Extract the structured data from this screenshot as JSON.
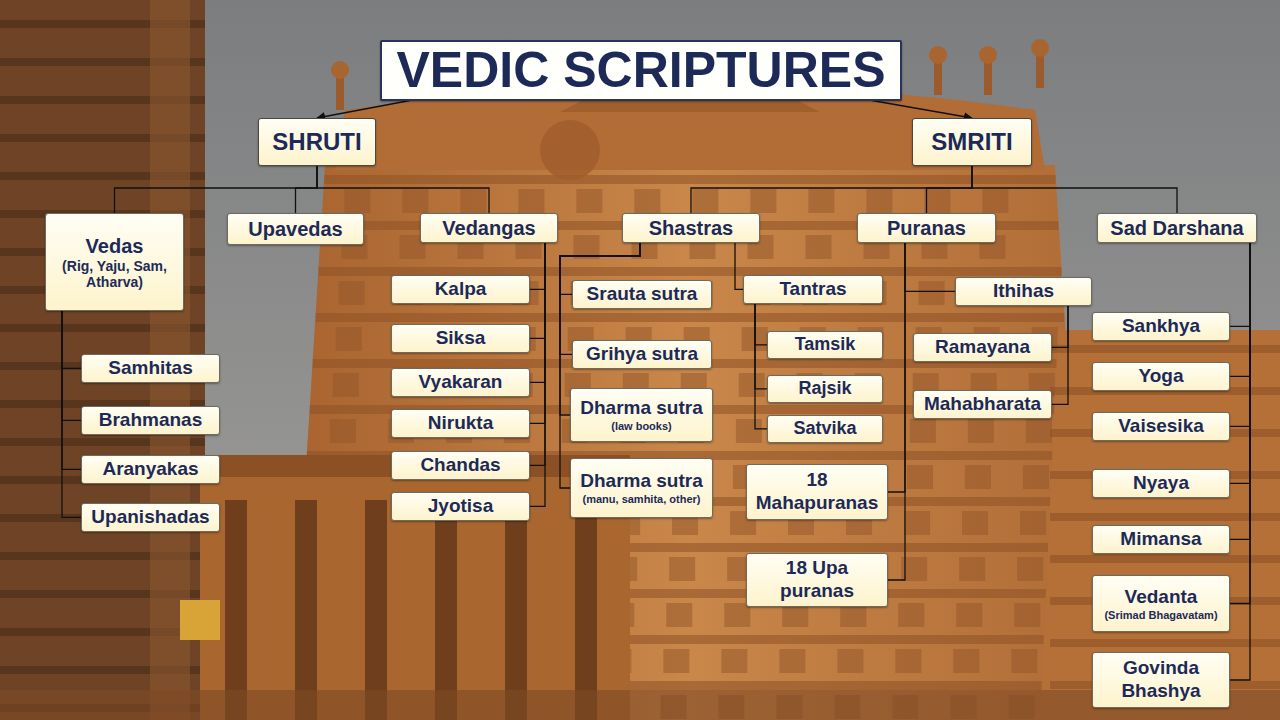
{
  "diagram": {
    "nodes": [
      {
        "text": [
          "VEDIC SCRIPTURES"
        ]
      },
      {
        "text": [
          "SHRUTI"
        ]
      },
      {
        "text": [
          "SMRITI"
        ]
      },
      {
        "text": [
          "Vedas",
          "(Rig, Yaju, Sam, Atharva)"
        ]
      },
      {
        "text": [
          "Upavedas"
        ]
      },
      {
        "text": [
          "Vedangas"
        ]
      },
      {
        "text": [
          "Shastras"
        ]
      },
      {
        "text": [
          "Puranas"
        ]
      },
      {
        "text": [
          "Sad Darshana"
        ]
      },
      {
        "text": [
          "Samhitas"
        ]
      },
      {
        "text": [
          "Brahmanas"
        ]
      },
      {
        "text": [
          "Aranyakas"
        ]
      },
      {
        "text": [
          "Upanishadas"
        ]
      },
      {
        "text": [
          "Kalpa"
        ]
      },
      {
        "text": [
          "Siksa"
        ]
      },
      {
        "text": [
          "Vyakaran"
        ]
      },
      {
        "text": [
          "Nirukta"
        ]
      },
      {
        "text": [
          "Chandas"
        ]
      },
      {
        "text": [
          "Jyotisa"
        ]
      },
      {
        "text": [
          "Srauta sutra"
        ]
      },
      {
        "text": [
          "Grihya sutra"
        ]
      },
      {
        "text": [
          "Dharma sutra",
          "(law books)"
        ]
      },
      {
        "text": [
          "Dharma sutra",
          "(manu, samhita, other)"
        ]
      },
      {
        "text": [
          "Tantras"
        ]
      },
      {
        "text": [
          "Tamsik"
        ]
      },
      {
        "text": [
          "Rajsik"
        ]
      },
      {
        "text": [
          "Satvika"
        ]
      },
      {
        "text": [
          "18 Mahapuranas"
        ]
      },
      {
        "text": [
          "18 Upa puranas"
        ]
      },
      {
        "text": [
          "Ithihas"
        ]
      },
      {
        "text": [
          "Ramayana"
        ]
      },
      {
        "text": [
          "Mahabharata"
        ]
      },
      {
        "text": [
          "Sankhya"
        ]
      },
      {
        "text": [
          "Yoga"
        ]
      },
      {
        "text": [
          "Vaisesika"
        ]
      },
      {
        "text": [
          "Nyaya"
        ]
      },
      {
        "text": [
          "Mimansa"
        ]
      },
      {
        "text": [
          "Vedanta",
          "(Srimad Bhagavatam)"
        ]
      },
      {
        "text": [
          "Govinda Bhashya"
        ]
      }
    ],
    "edges": [
      {
        "from": 0,
        "to": 1,
        "arrow": "to"
      },
      {
        "from": 0,
        "to": 2,
        "arrow": "to"
      },
      {
        "from": 1,
        "to": 3,
        "arrow": "none"
      },
      {
        "from": 1,
        "to": 4,
        "arrow": "none"
      },
      {
        "from": 1,
        "to": 5,
        "arrow": "none"
      },
      {
        "from": 2,
        "to": 6,
        "arrow": "none"
      },
      {
        "from": 2,
        "to": 7,
        "arrow": "none"
      },
      {
        "from": 2,
        "to": 8,
        "arrow": "none"
      },
      {
        "from": 3,
        "to": 9,
        "arrow": "none"
      },
      {
        "from": 3,
        "to": 10,
        "arrow": "none"
      },
      {
        "from": 3,
        "to": 11,
        "arrow": "none"
      },
      {
        "from": 3,
        "to": 12,
        "arrow": "none"
      },
      {
        "from": 5,
        "to": 13,
        "arrow": "none"
      },
      {
        "from": 5,
        "to": 14,
        "arrow": "none"
      },
      {
        "from": 5,
        "to": 15,
        "arrow": "none"
      },
      {
        "from": 5,
        "to": 16,
        "arrow": "none"
      },
      {
        "from": 5,
        "to": 17,
        "arrow": "none"
      },
      {
        "from": 5,
        "to": 18,
        "arrow": "none"
      },
      {
        "from": 6,
        "to": 19,
        "arrow": "none"
      },
      {
        "from": 6,
        "to": 20,
        "arrow": "none"
      },
      {
        "from": 6,
        "to": 21,
        "arrow": "none"
      },
      {
        "from": 6,
        "to": 22,
        "arrow": "none"
      },
      {
        "from": 6,
        "to": 23,
        "arrow": "none"
      },
      {
        "from": 23,
        "to": 24,
        "arrow": "none"
      },
      {
        "from": 23,
        "to": 25,
        "arrow": "none"
      },
      {
        "from": 23,
        "to": 26,
        "arrow": "none"
      },
      {
        "from": 7,
        "to": 27,
        "arrow": "none"
      },
      {
        "from": 7,
        "to": 28,
        "arrow": "none"
      },
      {
        "from": 7,
        "to": 29,
        "arrow": "none"
      },
      {
        "from": 29,
        "to": 30,
        "arrow": "none"
      },
      {
        "from": 29,
        "to": 31,
        "arrow": "none"
      },
      {
        "from": 8,
        "to": 32,
        "arrow": "none"
      },
      {
        "from": 8,
        "to": 33,
        "arrow": "none"
      },
      {
        "from": 8,
        "to": 34,
        "arrow": "none"
      },
      {
        "from": 8,
        "to": 35,
        "arrow": "none"
      },
      {
        "from": 8,
        "to": 36,
        "arrow": "none"
      },
      {
        "from": 8,
        "to": 37,
        "arrow": "none"
      },
      {
        "from": 8,
        "to": 38,
        "arrow": "none"
      }
    ]
  }
}
